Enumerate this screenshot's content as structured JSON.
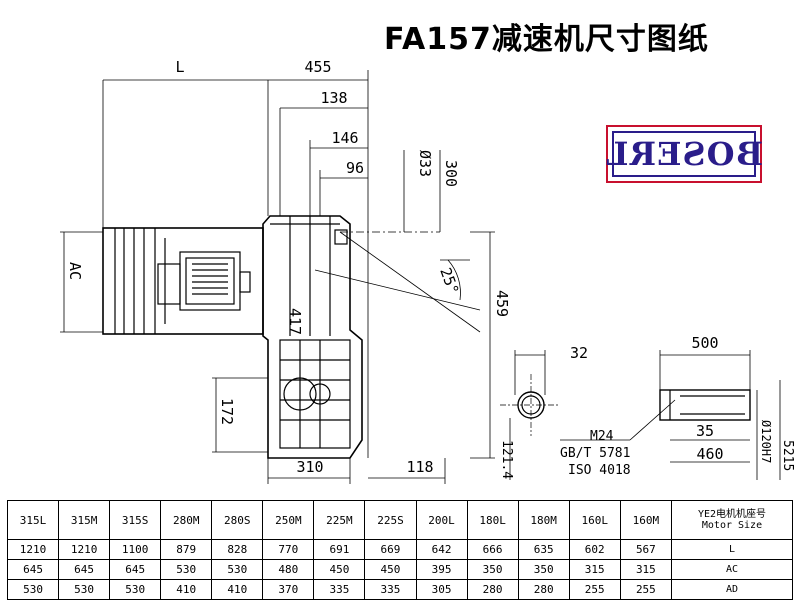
{
  "title": "FA157减速机尺寸图纸",
  "brand": "BOSERL",
  "dimensions": {
    "L": "L",
    "d455": "455",
    "d138": "138",
    "d146": "146",
    "d96": "96",
    "d033": "Ø33",
    "d300": "300",
    "d25deg": "25°",
    "d459": "459",
    "d417": "417",
    "dAC": "AC",
    "d172": "172",
    "d310": "310",
    "d118": "118",
    "d32": "32",
    "d1214": "121.4",
    "thread1": "M24",
    "thread2": "GB/T 5781",
    "thread3": "ISO 4018",
    "d500": "500",
    "d35": "35",
    "d460": "460",
    "d0120": "Ø120H7",
    "d5215": "5215"
  },
  "table": {
    "header_label": "YE2电机机座号",
    "header_sub": "Motor Size",
    "sizes": [
      "160M",
      "160L",
      "180M",
      "180L",
      "200L",
      "225S",
      "225M",
      "250M",
      "280S",
      "280M",
      "315S",
      "315M",
      "315L"
    ],
    "rows": [
      {
        "label": "L",
        "values": [
          "567",
          "602",
          "635",
          "666",
          "642",
          "669",
          "691",
          "770",
          "828",
          "879",
          "1100",
          "1210",
          "1210"
        ]
      },
      {
        "label": "AC",
        "values": [
          "315",
          "315",
          "350",
          "350",
          "395",
          "450",
          "450",
          "480",
          "530",
          "530",
          "645",
          "645",
          "645"
        ]
      },
      {
        "label": "AD",
        "values": [
          "255",
          "255",
          "280",
          "280",
          "305",
          "335",
          "335",
          "370",
          "410",
          "410",
          "530",
          "530",
          "530"
        ]
      }
    ]
  }
}
